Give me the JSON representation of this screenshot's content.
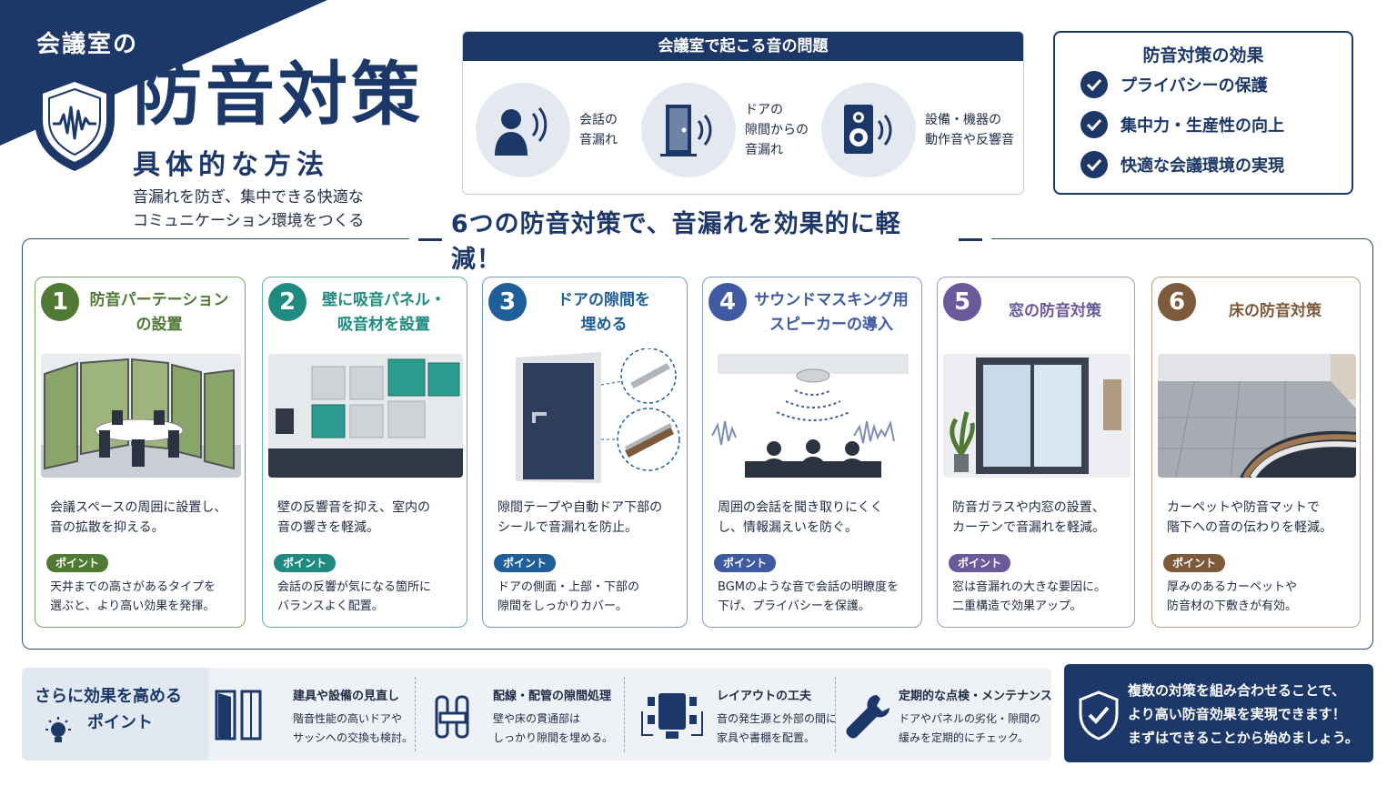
{
  "header": {
    "subtitle": "会議室の",
    "title": "防音対策",
    "title_sub": "具体的な方法",
    "tagline_1": "音漏れを防ぎ、集中できる快適な",
    "tagline_2": "コミュニケーション環境をつくる"
  },
  "problems": {
    "title": "会議室で起こる音の問題",
    "items": [
      {
        "icon": "speaking-person-icon",
        "lines": [
          "会話の",
          "音漏れ"
        ]
      },
      {
        "icon": "door-sound-icon",
        "lines": [
          "ドアの",
          "隙間からの",
          "音漏れ"
        ]
      },
      {
        "icon": "speaker-icon",
        "lines": [
          "設備・機器の",
          "動作音や反響音"
        ]
      }
    ]
  },
  "effects": {
    "title": "防音対策の効果",
    "items": [
      "プライバシーの保護",
      "集中力・生産性の向上",
      "快適な会議環境の実現"
    ]
  },
  "measures": {
    "headline": "6つの防音対策で、音漏れを効果的に軽減！",
    "point_label": "ポイント",
    "cards": [
      {
        "num": "1",
        "color": "#4e7a34",
        "title_1": "防音パーテーション",
        "title_2": "の設置",
        "desc_1": "会議スペースの周囲に設置し、",
        "desc_2": "音の拡散を抑える。",
        "point_1": "天井までの高さがあるタイプを",
        "point_2": "選ぶと、より高い効果を発揮。"
      },
      {
        "num": "2",
        "color": "#1f8a80",
        "title_1": "壁に吸音パネル・",
        "title_2": "吸音材を設置",
        "desc_1": "壁の反響音を抑え、室内の",
        "desc_2": "音の響きを軽減。",
        "point_1": "会話の反響が気になる箇所に",
        "point_2": "バランスよく配置。"
      },
      {
        "num": "3",
        "color": "#1f5f99",
        "title_1": "ドアの隙間を",
        "title_2": "埋める",
        "desc_1": "隙間テープや自動ドア下部の",
        "desc_2": "シールで音漏れを防止。",
        "point_1": "ドアの側面・上部・下部の",
        "point_2": "隙間をしっかりカバー。"
      },
      {
        "num": "4",
        "color": "#3f5aa0",
        "title_1": "サウンドマスキング用",
        "title_2": "スピーカーの導入",
        "desc_1": "周囲の会話を聞き取りにくく",
        "desc_2": "し、情報漏えいを防ぐ。",
        "point_1": "BGMのような音で会話の明瞭度を",
        "point_2": "下げ、プライバシーを保護。"
      },
      {
        "num": "5",
        "color": "#6b5a9a",
        "title_1": "窓の防音対策",
        "title_2": "",
        "desc_1": "防音ガラスや内窓の設置、",
        "desc_2": "カーテンで音漏れを軽減。",
        "point_1": "窓は音漏れの大きな要因に。",
        "point_2": "二重構造で効果アップ。"
      },
      {
        "num": "6",
        "color": "#7d5a3a",
        "title_1": "床の防音対策",
        "title_2": "",
        "desc_1": "カーペットや防音マットで",
        "desc_2": "階下への音の伝わりを軽減。",
        "point_1": "厚みのあるカーペットや",
        "point_2": "防音材の下敷きが有効。"
      }
    ]
  },
  "extra": {
    "title_1": "さらに効果を高める",
    "title_2": "ポイント",
    "tips": [
      {
        "icon": "door-icon",
        "title": "建具や設備の見直し",
        "text_1": "階音性能の高いドアや",
        "text_2": "サッシへの交換も検討。"
      },
      {
        "icon": "pipe-icon",
        "title": "配線・配管の隙間処理",
        "text_1": "壁や床の貫通部は",
        "text_2": "しっかり隙間を埋める。"
      },
      {
        "icon": "layout-icon",
        "title": "レイアウトの工夫",
        "text_1": "音の発生源と外部の間に",
        "text_2": "家具や書棚を配置。"
      },
      {
        "icon": "wrench-icon",
        "title": "定期的な点検・メンテナンス",
        "text_1": "ドアやパネルの劣化・隙間の",
        "text_2": "緩みを定期的にチェック。"
      }
    ]
  },
  "final": {
    "line_1": "複数の対策を組み合わせることで、",
    "line_2": "より高い防音効果を実現できます！",
    "line_3": "まずはできることから始めましょう。"
  },
  "colors": {
    "navy": "#1c3868",
    "light_bg": "#eef2f7"
  }
}
